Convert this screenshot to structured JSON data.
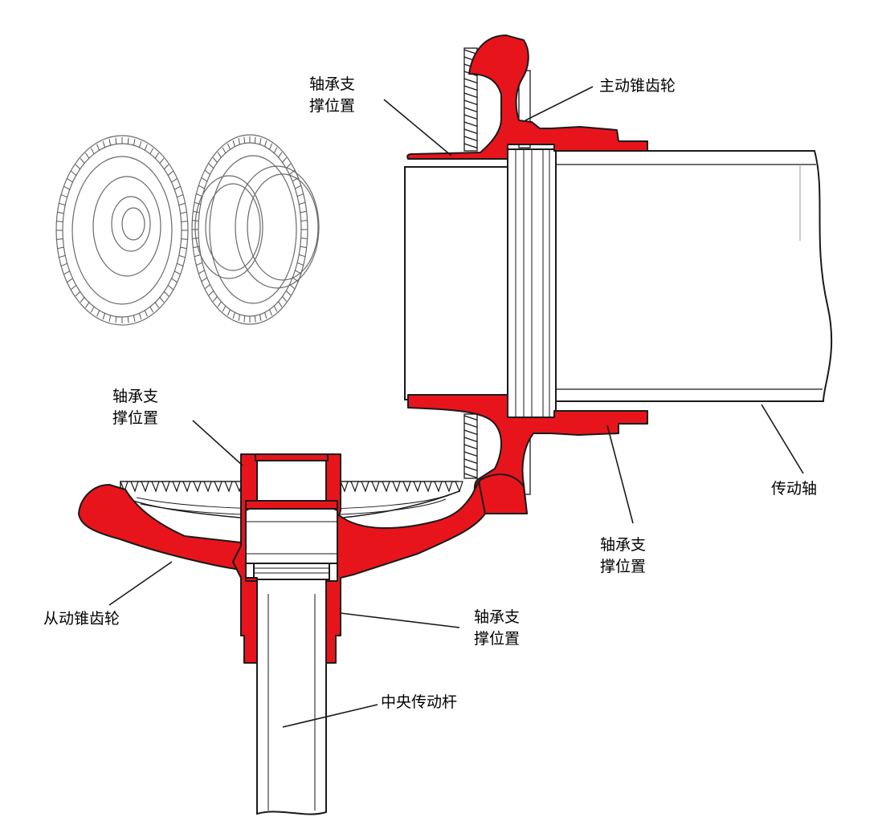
{
  "colors": {
    "section_red": "#e8141c",
    "outline": "#1a1a1a",
    "light_line": "#8a8a8a",
    "background": "#ffffff"
  },
  "labels": {
    "bearing_top": {
      "line1": "轴承支",
      "line2": "撑位置"
    },
    "drive_gear": "主动锥齿轮",
    "bearing_left": {
      "line1": "轴承支",
      "line2": "撑位置"
    },
    "drive_shaft": "传动轴",
    "bearing_right": {
      "line1": "轴承支",
      "line2": "撑位置"
    },
    "driven_gear": "从动锥齿轮",
    "bearing_bottom": {
      "line1": "轴承支",
      "line2": "撑位置"
    },
    "central_rod": "中央传动杆"
  }
}
